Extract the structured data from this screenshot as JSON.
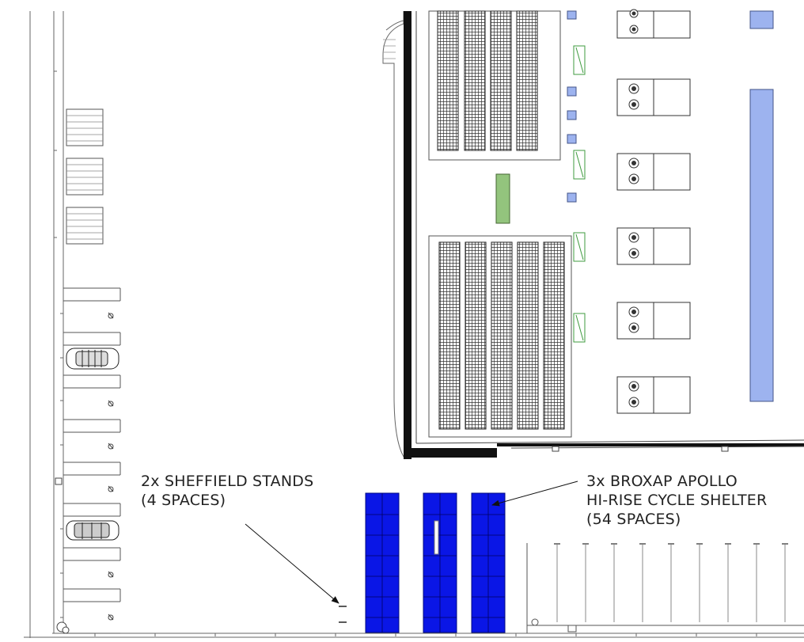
{
  "annotations": {
    "sheffield": {
      "line1": "2x SHEFFIELD STANDS",
      "line2": "(4 SPACES)"
    },
    "broxap": {
      "line1": "3x BROXAP APOLLO",
      "line2": "HI-RISE CYCLE SHELTER",
      "line3": "(54 SPACES)"
    }
  },
  "colors": {
    "shelter": "#0a16e6",
    "equipment": "#9db3ef",
    "green_block": "#93c47d",
    "wall": "#111111",
    "linework": "#555555"
  },
  "icons": [
    "car-icon",
    "accessible-parking-icon",
    "fan-unit-icon",
    "arrow-icon"
  ]
}
